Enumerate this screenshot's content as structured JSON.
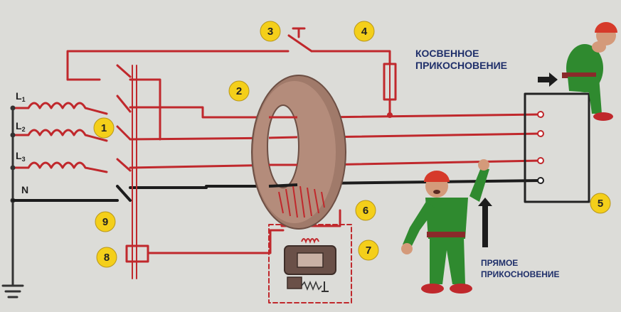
{
  "terminals": {
    "l1_base": "L",
    "l1_sub": "1",
    "l2_base": "L",
    "l2_sub": "2",
    "l3_base": "L",
    "l3_sub": "3",
    "n": "N"
  },
  "callouts": [
    "1",
    "2",
    "3",
    "4",
    "5",
    "6",
    "7",
    "8",
    "9"
  ],
  "labels": {
    "indirect_line1": "КОСВЕННОЕ",
    "indirect_line2": "ПРИКОСНОВЕНИЕ",
    "direct_line1": "ПРЯМОЕ",
    "direct_line2": "ПРИКОСНОВЕНИЕ"
  },
  "colors": {
    "background": "#dcdcd8",
    "wire": "#c0282c",
    "neutral": "#1c1c1c",
    "callout": "#f4cf1a",
    "toroid": "#a07a6a",
    "worker_suit": "#2f8a2f",
    "helmet": "#d63a2a"
  }
}
